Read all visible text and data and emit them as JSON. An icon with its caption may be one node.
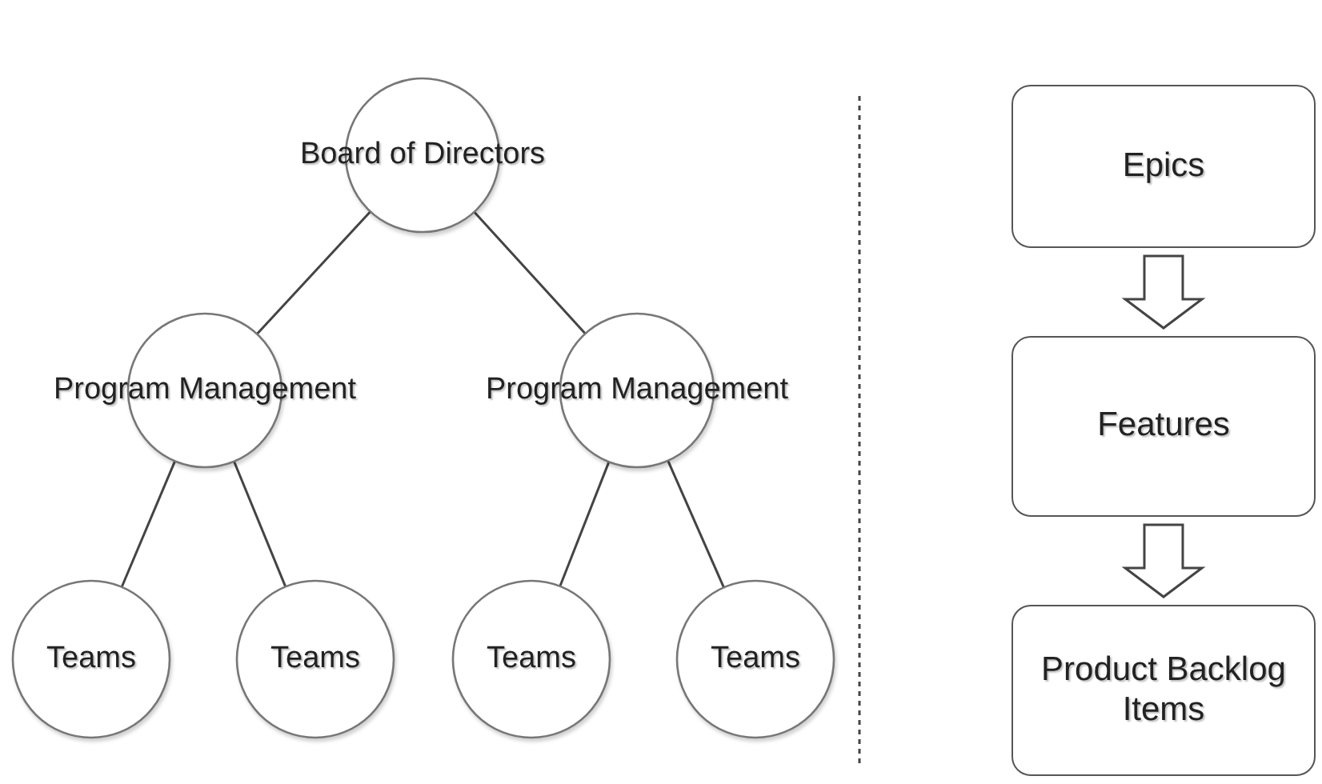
{
  "diagram": {
    "nodes": [
      {
        "text": [
          "Board of Directors"
        ]
      },
      {
        "text": [
          "Program Management"
        ]
      },
      {
        "text": [
          "Program Management"
        ]
      },
      {
        "text": [
          "Teams"
        ]
      },
      {
        "text": [
          "Teams"
        ]
      },
      {
        "text": [
          "Teams"
        ]
      },
      {
        "text": [
          "Teams"
        ]
      },
      {
        "text": [
          "Epics"
        ]
      },
      {
        "text": [
          "Features"
        ]
      },
      {
        "text": [
          "Product Backlog Items"
        ]
      }
    ],
    "edges": [
      {
        "from": 0,
        "to": 1,
        "arrow": "none"
      },
      {
        "from": 0,
        "to": 2,
        "arrow": "none"
      },
      {
        "from": 1,
        "to": 3,
        "arrow": "none"
      },
      {
        "from": 1,
        "to": 4,
        "arrow": "none"
      },
      {
        "from": 2,
        "to": 5,
        "arrow": "none"
      },
      {
        "from": 2,
        "to": 6,
        "arrow": "none"
      },
      {
        "from": 7,
        "to": 8,
        "arrow": "to"
      },
      {
        "from": 8,
        "to": 9,
        "arrow": "to"
      }
    ]
  }
}
